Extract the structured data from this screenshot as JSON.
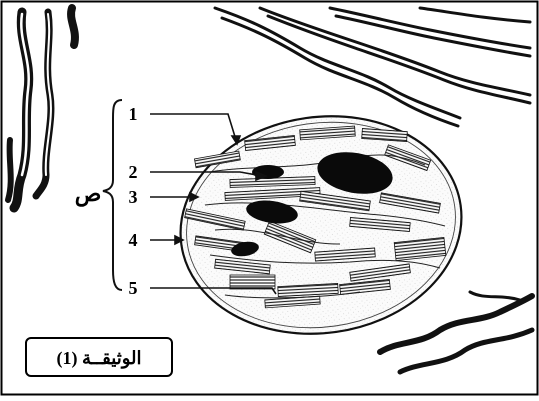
{
  "figure": {
    "labels": [
      "1",
      "2",
      "3",
      "4",
      "5"
    ],
    "brace_letter": "ص",
    "caption": "الوثيقــة (1)"
  }
}
